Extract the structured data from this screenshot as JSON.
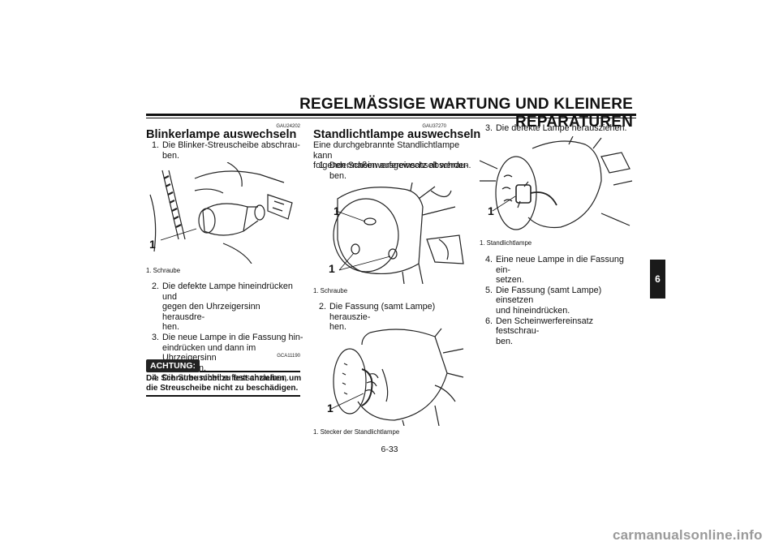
{
  "header": {
    "title": "REGELMÄSSIGE WARTUNG UND KLEINERE REPARATUREN"
  },
  "chapter_tab": "6",
  "left": {
    "code": "GAU24202",
    "heading": "Blinkerlampe auswechseln",
    "steps": [
      {
        "num": "1.",
        "text": "Die Blinker-Streuscheibe abschrau-\nben."
      },
      {
        "num": "2.",
        "text": "Die defekte Lampe hineindrücken und\ngegen den Uhrzeigersinn herausdre-\nhen."
      },
      {
        "num": "3.",
        "text": "Die neue Lampe in die Fassung hin-\neindrücken und dann im Uhrzeigersinn\nfestdrehen."
      },
      {
        "num": "4.",
        "text": "Die Streuscheibe festschrauben."
      }
    ],
    "figure_label": "1",
    "caption": "1.  Schraube",
    "notice_code": "GCA11190",
    "notice_label": "ACHTUNG:",
    "notice_text": "Die Schraube nicht zu fest anziehen, um\ndie Streuscheibe nicht zu beschädigen."
  },
  "middle": {
    "code": "GAU37270",
    "heading": "Standlichtlampe auswechseln",
    "intro": "Eine durchgebrannte Standlichtlampe kann\nfolgendermaßen ausgewechselt werden.",
    "steps": [
      {
        "num": "1.",
        "text": "Den Scheinwerfereinsatz abschrau-\nben."
      },
      {
        "num": "2.",
        "text": "Die Fassung (samt Lampe) herauszie-\nhen."
      }
    ],
    "figure1_labels": [
      "1",
      "1"
    ],
    "caption1": "1.  Schraube",
    "figure2_label": "1",
    "caption2": "1.  Stecker der Standlichtlampe"
  },
  "right": {
    "steps_before": [
      {
        "num": "3.",
        "text": "Die defekte Lampe herausziehen."
      }
    ],
    "figure_label": "1",
    "caption": "1.  Standlichtlampe",
    "steps_after": [
      {
        "num": "4.",
        "text": "Eine neue Lampe in die Fassung ein-\nsetzen."
      },
      {
        "num": "5.",
        "text": "Die Fassung (samt Lampe) einsetzen\nund hineindrücken."
      },
      {
        "num": "6.",
        "text": "Den Scheinwerfereinsatz festschrau-\nben."
      }
    ]
  },
  "footer": {
    "page_number": "6-33"
  },
  "watermark": "carmanualsonline.info"
}
